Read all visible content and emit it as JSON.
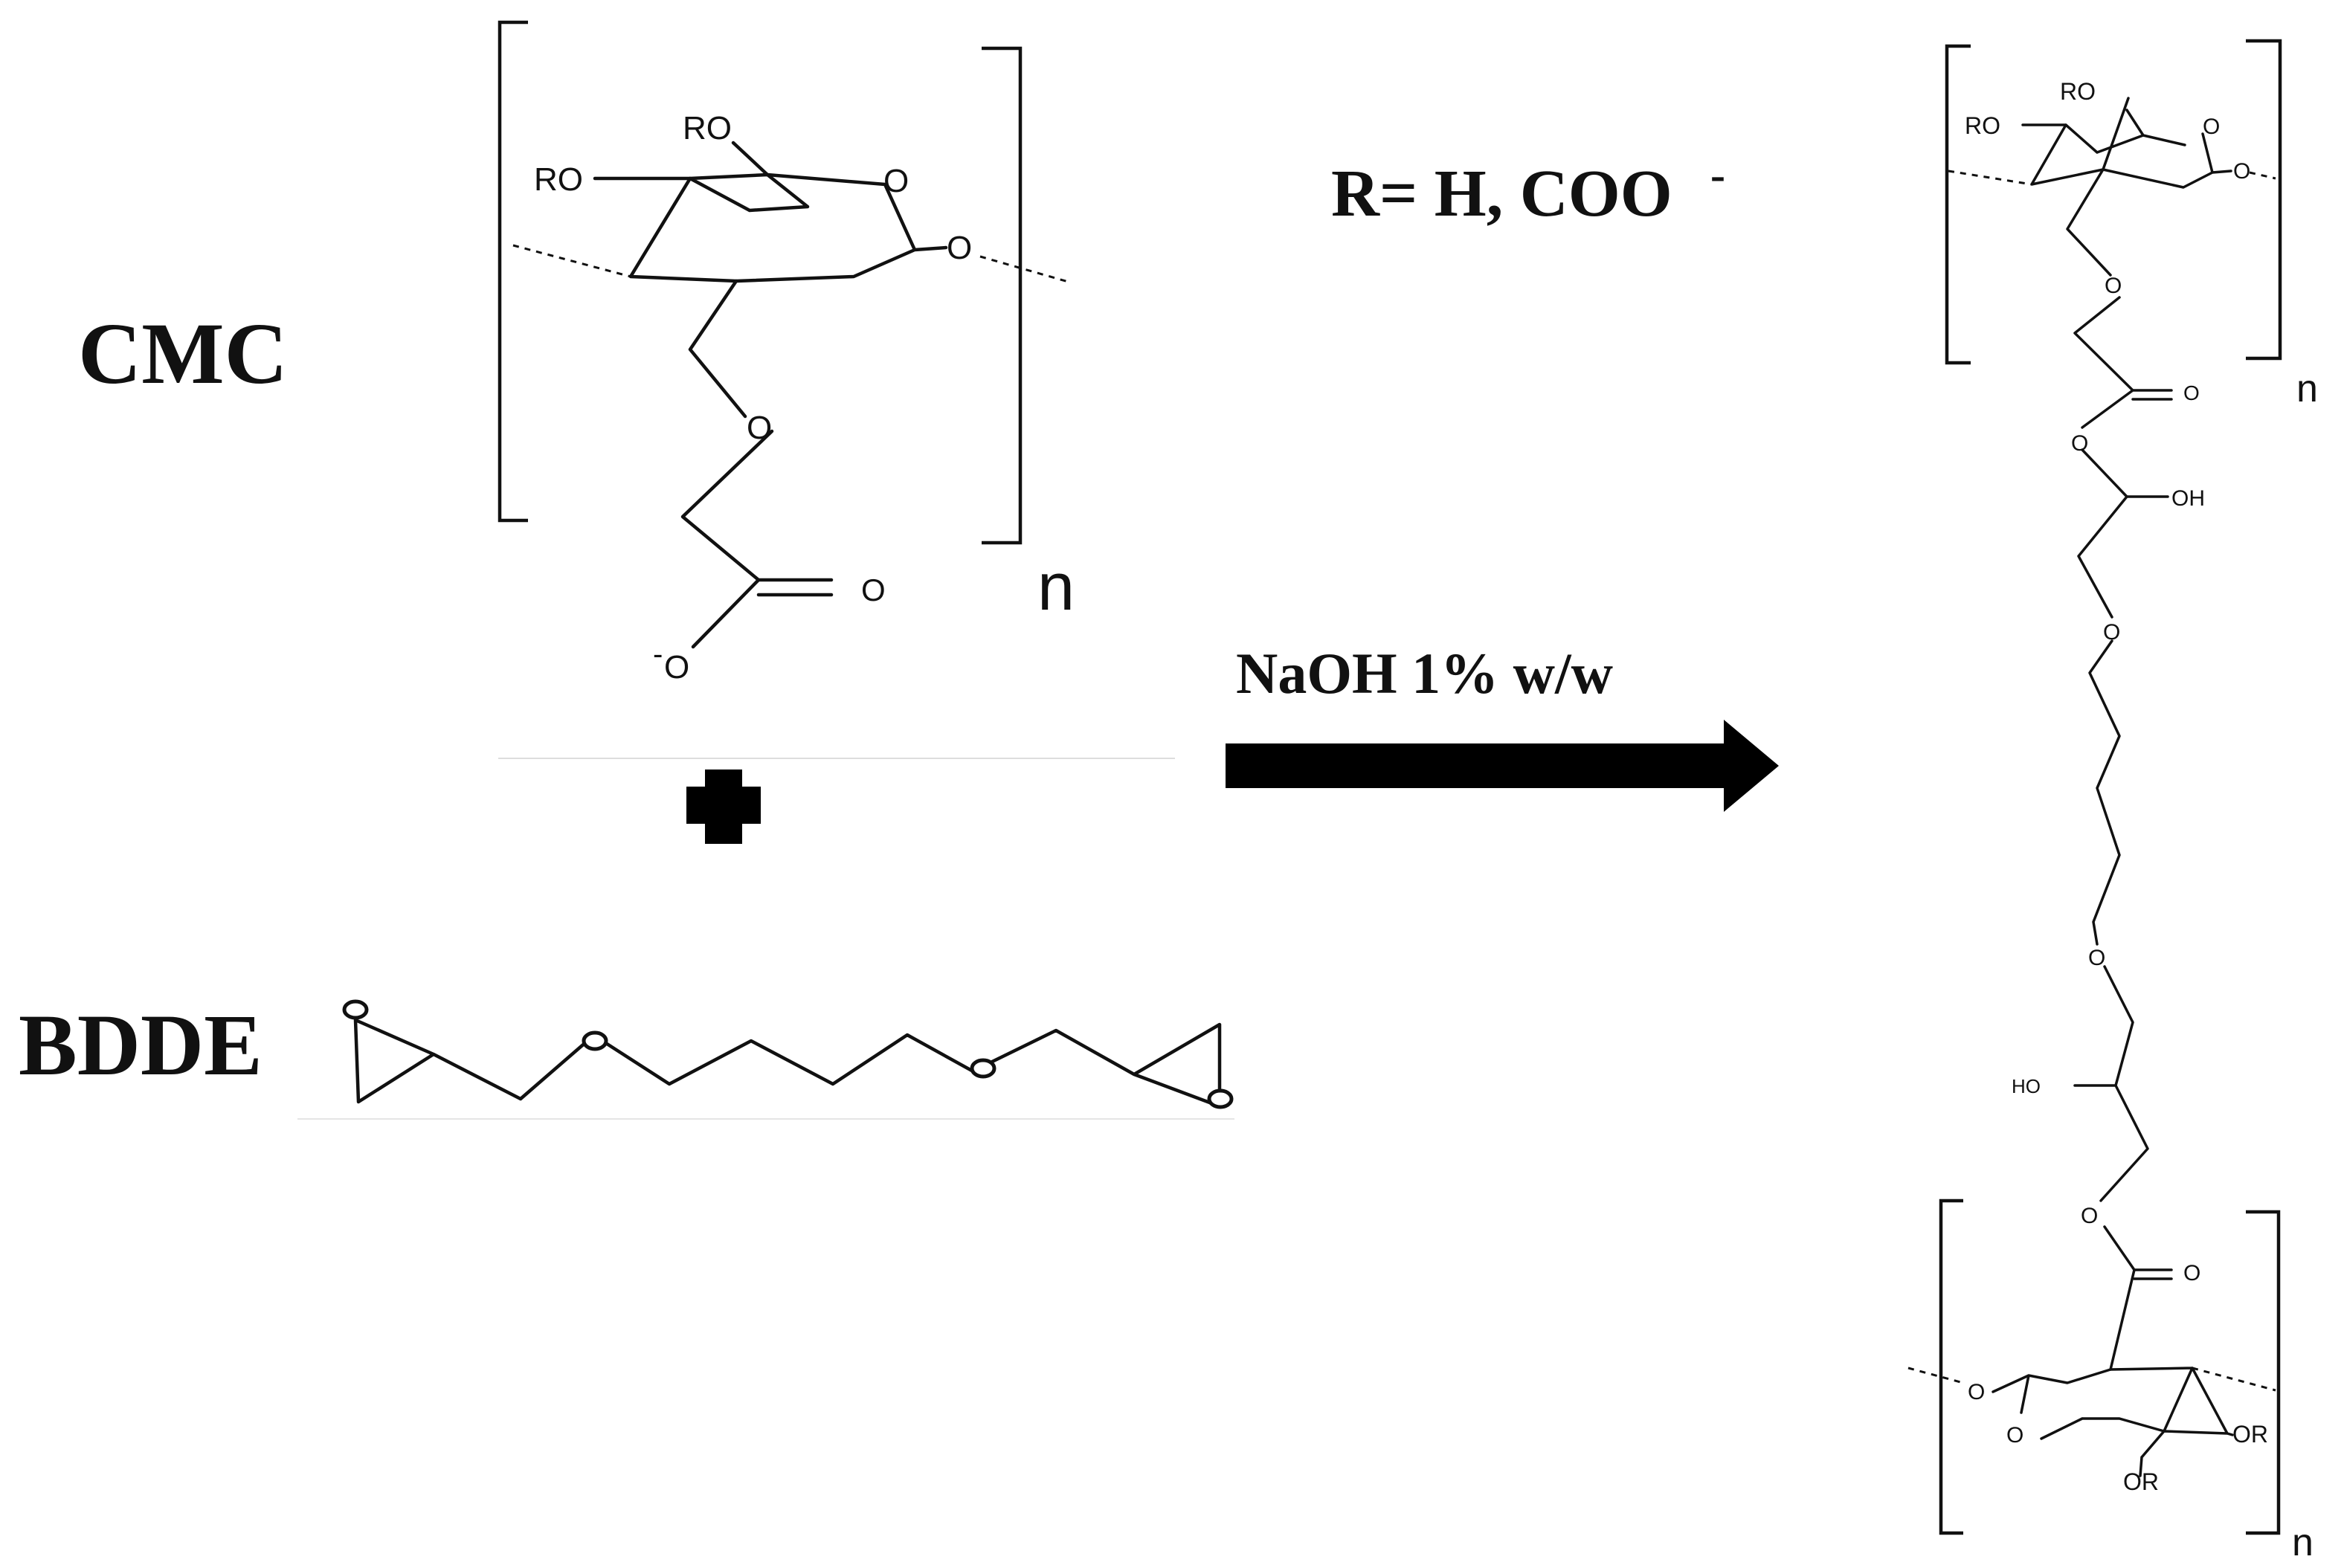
{
  "reactant1": {
    "name": "CMC",
    "repeat": "n",
    "substituent_rgroups": [
      "RO",
      "RO"
    ],
    "ring_oxygen": "O",
    "ether_oxygen": "O",
    "carbonyl_oxygen": "O",
    "carboxylate_oxygen": "O",
    "carboxylate_charge": "-",
    "linkage_oxygen": "O"
  },
  "plus_sign": "+",
  "reactant2": {
    "name": "BDDE",
    "atoms": [
      "O",
      "O",
      "O",
      "O"
    ]
  },
  "r_definition": {
    "text": "R= H, COO",
    "charge": "-"
  },
  "condition": "NaOH 1% w/w",
  "product": {
    "top_unit": {
      "rgroups": [
        "RO",
        "RO"
      ],
      "ring_oxygen": "O",
      "linkage_oxygen": "O",
      "ether_oxygen": "O",
      "carbonyl_oxygen": "O",
      "repeat": "n"
    },
    "linker": {
      "ester_oxygen_top": "O",
      "hydroxyl_top": "OH",
      "ether_top": "O",
      "ether_bottom": "O",
      "hydroxyl_bottom": "HO",
      "ester_oxygen_bottom": "O"
    },
    "bottom_unit": {
      "carbonyl_oxygen": "O",
      "linkage_oxygen": "O",
      "ring_oxygen": "O",
      "rgroups": [
        "OR",
        "OR"
      ],
      "repeat": "n"
    }
  }
}
